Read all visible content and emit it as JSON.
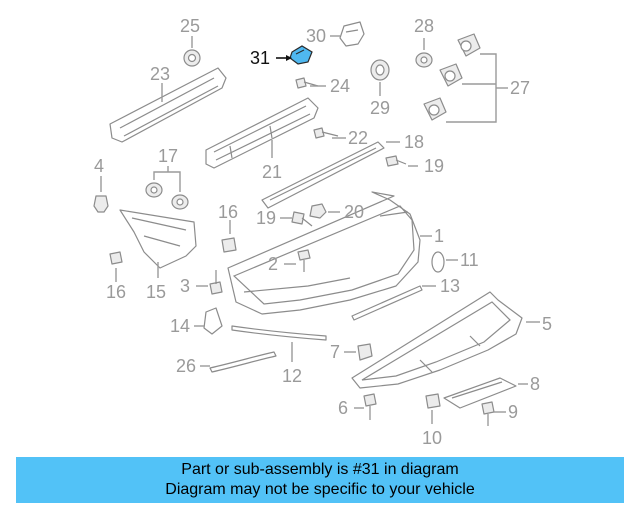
{
  "callouts": [
    {
      "id": "25",
      "highlight": false
    },
    {
      "id": "30",
      "highlight": false
    },
    {
      "id": "28",
      "highlight": false
    },
    {
      "id": "31",
      "highlight": true
    },
    {
      "id": "23",
      "highlight": false
    },
    {
      "id": "24",
      "highlight": false
    },
    {
      "id": "29",
      "highlight": false
    },
    {
      "id": "27",
      "highlight": false
    },
    {
      "id": "17",
      "highlight": false
    },
    {
      "id": "22",
      "highlight": false
    },
    {
      "id": "18",
      "highlight": false
    },
    {
      "id": "4",
      "highlight": false
    },
    {
      "id": "21",
      "highlight": false
    },
    {
      "id": "19",
      "highlight": false
    },
    {
      "id": "16",
      "highlight": false
    },
    {
      "id": "19",
      "highlight": false
    },
    {
      "id": "20",
      "highlight": false
    },
    {
      "id": "1",
      "highlight": false
    },
    {
      "id": "2",
      "highlight": false
    },
    {
      "id": "11",
      "highlight": false
    },
    {
      "id": "3",
      "highlight": false
    },
    {
      "id": "13",
      "highlight": false
    },
    {
      "id": "16",
      "highlight": false
    },
    {
      "id": "15",
      "highlight": false
    },
    {
      "id": "5",
      "highlight": false
    },
    {
      "id": "14",
      "highlight": false
    },
    {
      "id": "7",
      "highlight": false
    },
    {
      "id": "26",
      "highlight": false
    },
    {
      "id": "12",
      "highlight": false
    },
    {
      "id": "8",
      "highlight": false
    },
    {
      "id": "6",
      "highlight": false
    },
    {
      "id": "9",
      "highlight": false
    },
    {
      "id": "10",
      "highlight": false
    }
  ],
  "banner": {
    "line1": "Part or sub-assembly is #31 in diagram",
    "line2": "Diagram may not be specific to your vehicle"
  },
  "colors": {
    "banner_bg": "#52c2f7",
    "highlight_part": "#4fb8f0",
    "line_art": "#8c8c8c",
    "callout_text": "#9a9a9a"
  }
}
